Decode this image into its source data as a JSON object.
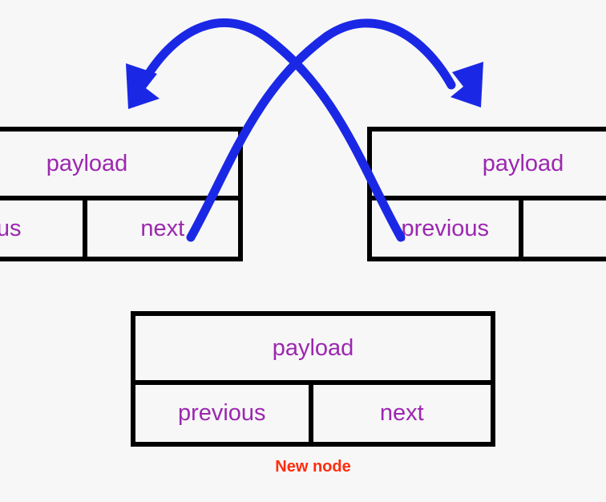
{
  "diagram": {
    "title": "Doubly linked list insertion diagram",
    "background_color": "#f7f7f7",
    "colors": {
      "box_border": "#000000",
      "field_text": "#9C27B0",
      "arrow": "#1A28E6",
      "caption": "#FF2D0E"
    },
    "nodes": [
      {
        "id": "left-node",
        "position": "left (partially off-screen)",
        "payload_label": "payload",
        "previous_label": "us",
        "next_label": "next"
      },
      {
        "id": "right-node",
        "position": "right (partially off-screen)",
        "payload_label": "payload",
        "previous_label": "previous",
        "next_label": ""
      },
      {
        "id": "new-node",
        "position": "center-bottom",
        "payload_label": "payload",
        "previous_label": "previous",
        "next_label": "next",
        "caption": "New node"
      }
    ],
    "arrows": [
      {
        "id": "prev-pointer-arrow",
        "from": "right-node previous field",
        "to": "left-node (leftward)",
        "color": "#1A28E6",
        "direction": "down-left"
      },
      {
        "id": "next-pointer-arrow",
        "from": "left-node next field",
        "to": "right-node (rightward)",
        "color": "#1A28E6",
        "direction": "down-right"
      }
    ]
  }
}
